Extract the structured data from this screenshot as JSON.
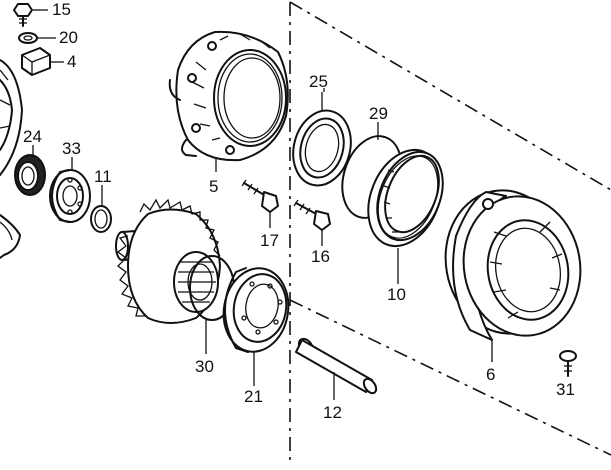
{
  "callouts": [
    {
      "id": "15",
      "text": "15"
    },
    {
      "id": "20",
      "text": "20"
    },
    {
      "id": "4",
      "text": "4"
    },
    {
      "id": "24",
      "text": "24"
    },
    {
      "id": "33",
      "text": "33"
    },
    {
      "id": "11",
      "text": "11"
    },
    {
      "id": "5",
      "text": "5"
    },
    {
      "id": "25",
      "text": "25"
    },
    {
      "id": "29",
      "text": "29"
    },
    {
      "id": "17",
      "text": "17"
    },
    {
      "id": "16",
      "text": "16"
    },
    {
      "id": "10",
      "text": "10"
    },
    {
      "id": "6",
      "text": "6"
    },
    {
      "id": "30",
      "text": "30"
    },
    {
      "id": "21",
      "text": "21"
    },
    {
      "id": "12",
      "text": "12"
    },
    {
      "id": "31",
      "text": "31"
    }
  ]
}
